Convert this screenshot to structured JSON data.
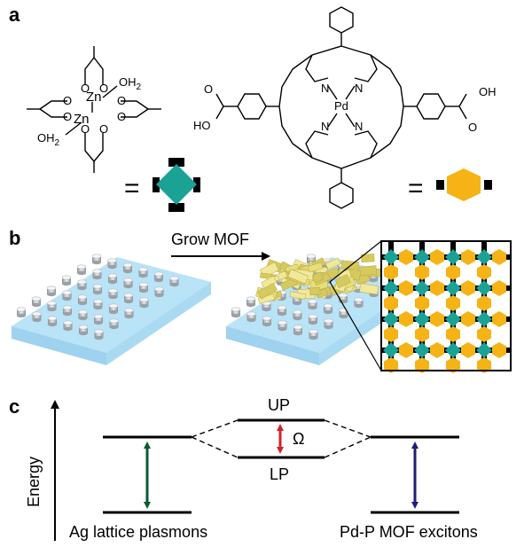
{
  "panels": {
    "a": "a",
    "b": "b",
    "c": "c"
  },
  "panel_a": {
    "zinc_complex_atoms": {
      "zn_upper": "Zn",
      "zn_lower": "Zn",
      "water_upper": "OH",
      "water_upper_sub": "2",
      "water_lower": "OH",
      "water_lower_sub": "2",
      "oxygen": "O"
    },
    "porphyrin_atoms": {
      "metal": "Pd",
      "nitrogen": "N",
      "acid_left_oh": "HO",
      "acid_right_oh": "OH",
      "carbonyl_o": "O"
    },
    "equals": "=",
    "zn_node_color": "#1aa295",
    "porphyrin_node_color": "#f5b315",
    "connector_color": "#000000"
  },
  "panel_b": {
    "arrow_label": "Grow MOF",
    "substrate_color": "#b9e3f7",
    "film_color": "#e8de7c"
  },
  "panel_c": {
    "y_axis_label": "Energy",
    "upper_polariton": "UP",
    "lower_polariton": "LP",
    "rabi_symbol": "Ω",
    "left_caption": "Ag lattice plasmons",
    "right_caption": "Pd-P MOF excitons",
    "left_arrow_color": "#0b5a2e",
    "right_arrow_color": "#1e1e7a",
    "rabi_arrow_color": "#d2232a"
  }
}
